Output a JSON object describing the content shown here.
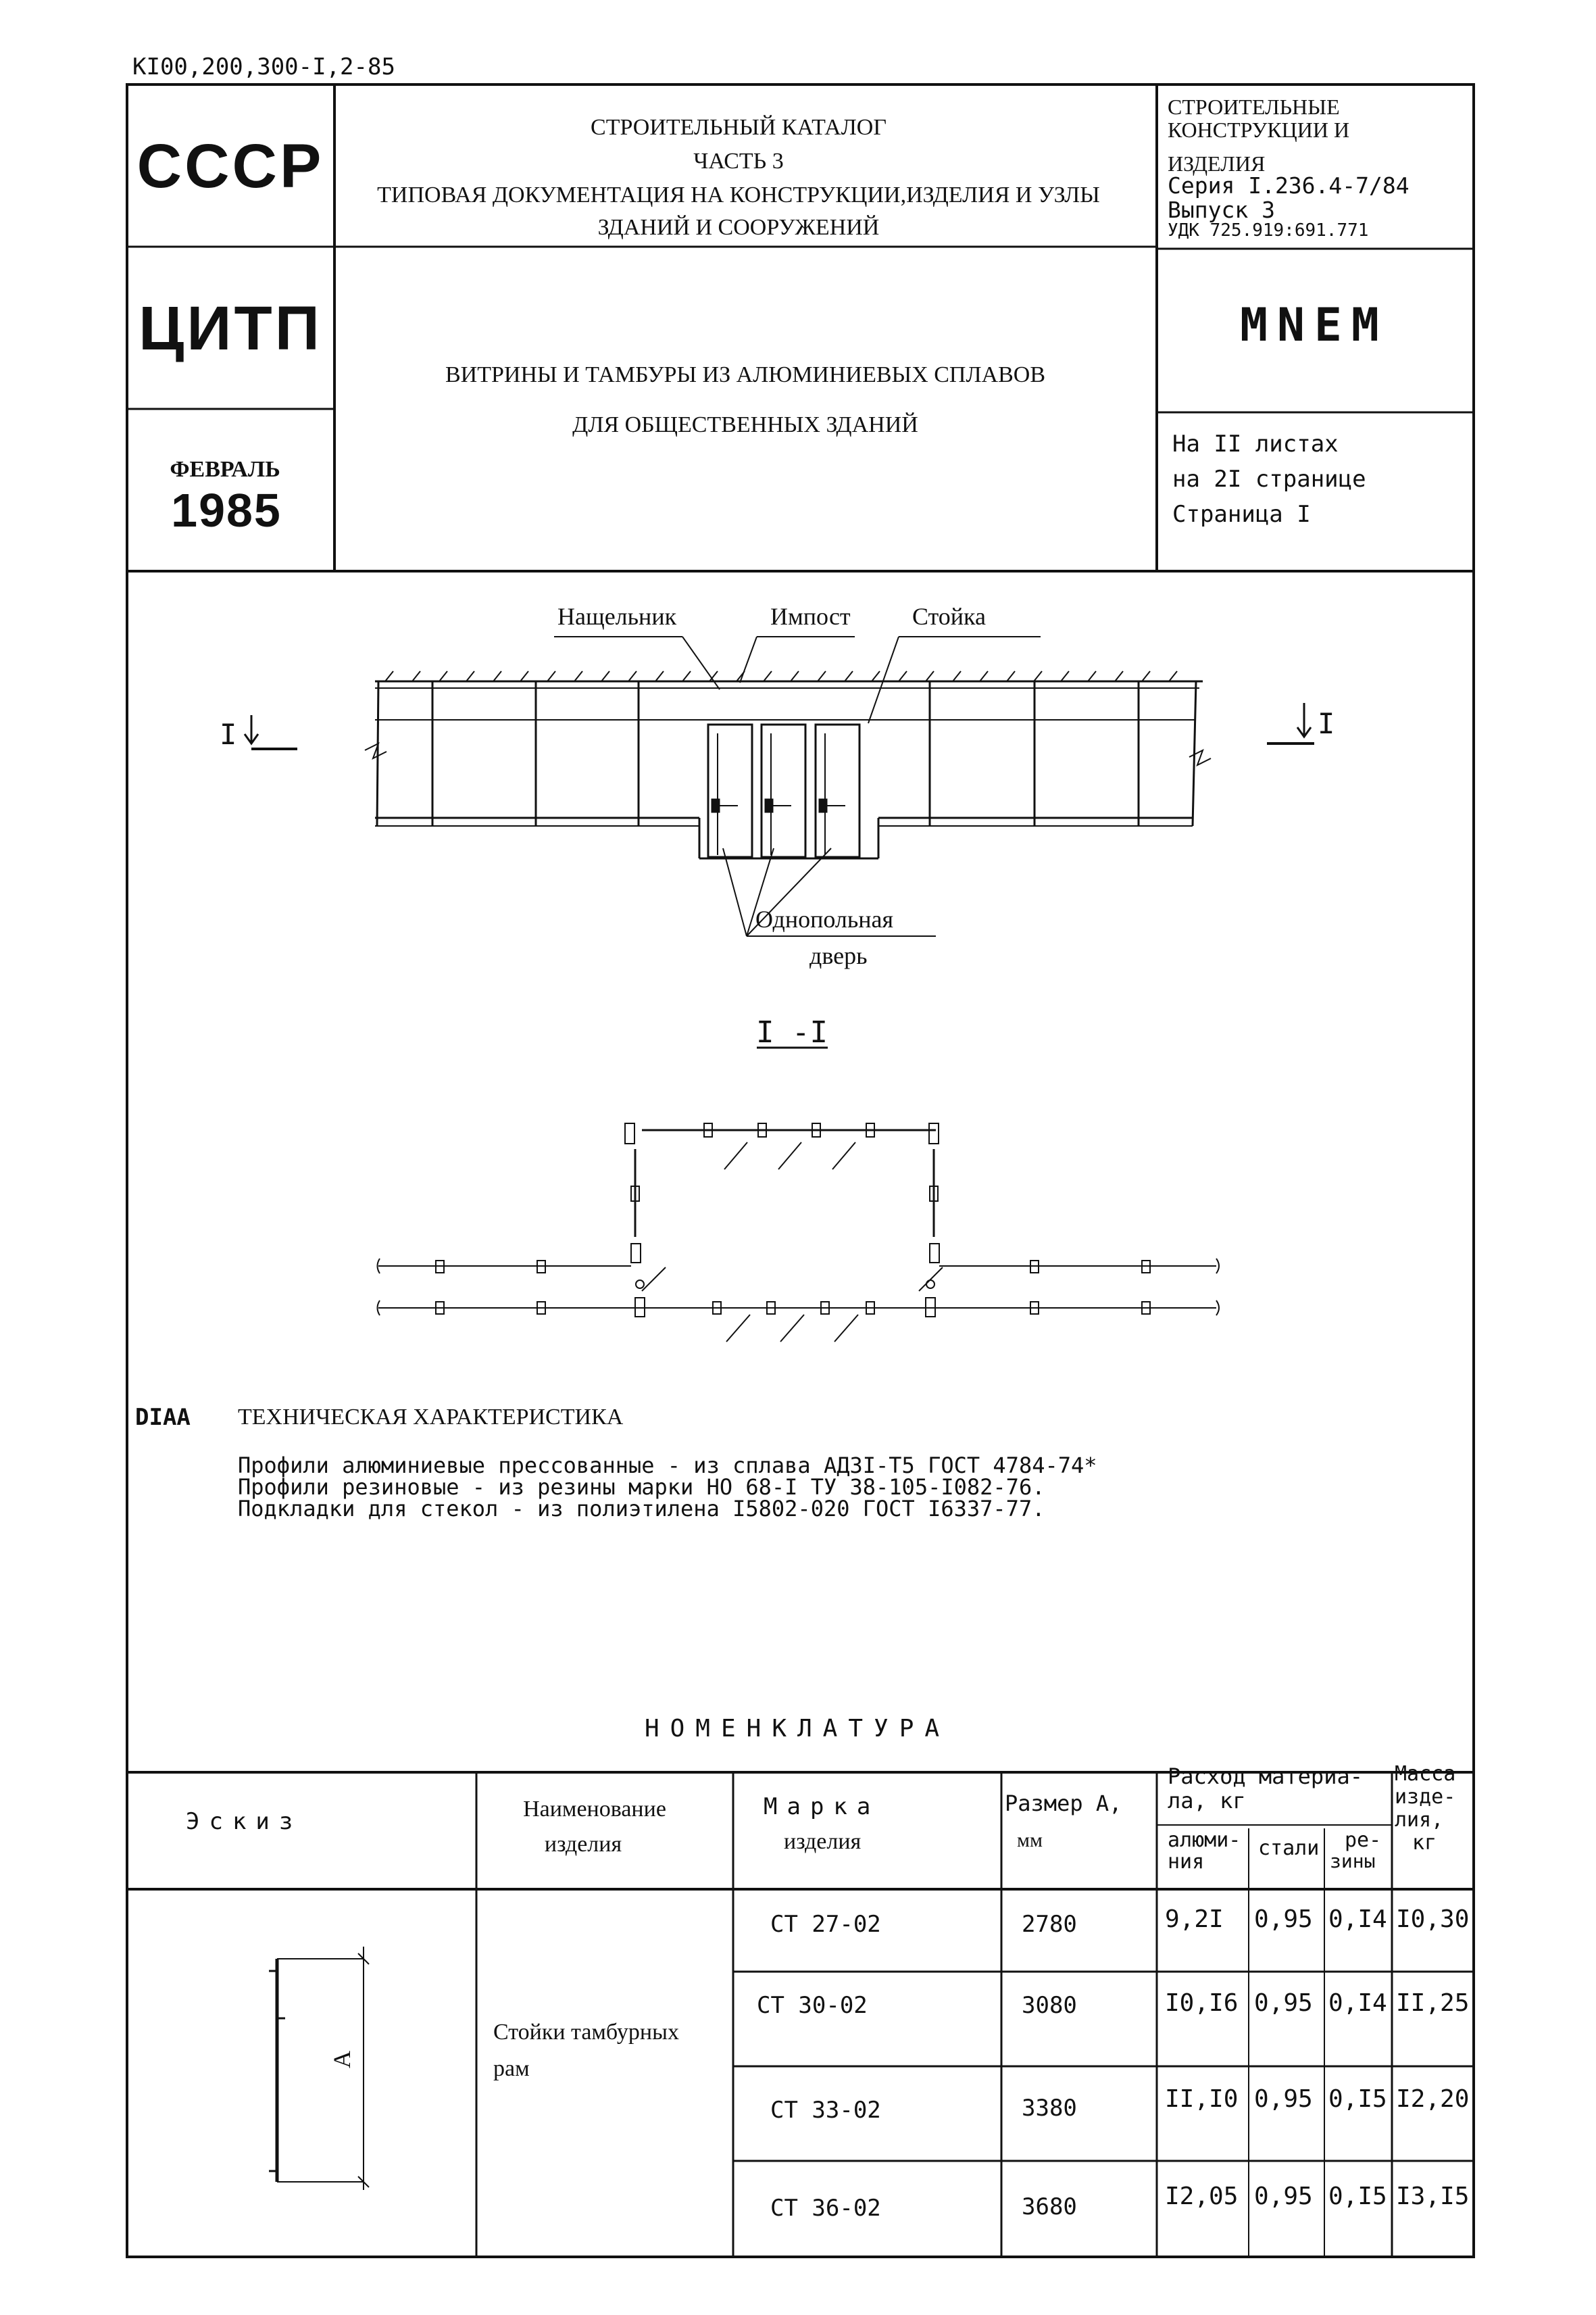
{
  "doc_code": "КI00,200,300-I,2-85",
  "header": {
    "country": "СССР",
    "org": "ЦИТП",
    "month": "ФЕВРАЛЬ",
    "year": "1985",
    "catalog_lines": [
      "СТРОИТЕЛЬНЫЙ КАТАЛОГ",
      "ЧАСТЬ 3",
      "ТИПОВАЯ ДОКУМЕНТАЦИЯ НА КОНСТРУКЦИИ,ИЗДЕЛИЯ И УЗЛЫ",
      "ЗДАНИЙ И СООРУЖЕНИЙ"
    ],
    "section_lines": [
      "СТРОИТЕЛЬНЫЕ",
      "КОНСТРУКЦИИ И",
      "ИЗДЕЛИЯ",
      "Серия I.236.4-7/84",
      "Выпуск 3",
      "УДК 725.919:691.771"
    ],
    "title_lines": [
      "ВИТРИНЫ И ТАМБУРЫ ИЗ АЛЮМИНИЕВЫХ СПЛАВОВ",
      "ДЛЯ ОБЩЕСТВЕННЫХ ЗДАНИЙ"
    ],
    "code": "MNEM",
    "sheet_lines": [
      "На II листах",
      "на 2I странице",
      "Страница I"
    ]
  },
  "drawing": {
    "labels": {
      "nashchelnik": "Нащельник",
      "impost": "Импост",
      "stoika": "Стойка",
      "door_line1": "Однопольная",
      "door_line2": "дверь",
      "section_mark_left": "I",
      "section_mark_right": "I",
      "section_title": "I -I"
    }
  },
  "tech": {
    "code": "DIAA",
    "heading": "ТЕХНИЧЕСКАЯ ХАРАКТЕРИСТИКА",
    "lines": [
      "Профили алюминиевые прессованные - из сплава АДЗI-Т5 ГОСТ 4784-74*",
      "Профили резиновые - из резины марки НО 68-I ТУ 38-105-I082-76.",
      "Подкладки для стекол - из полиэтилена I5802-020 ГОСТ I6337-77."
    ]
  },
  "nomenclature": {
    "title": "НОМЕНКЛАТУРА",
    "headers": {
      "sketch": "Эскиз",
      "name_line1": "Наименование",
      "name_line2": "изделия",
      "mark_line1": "Марка",
      "mark_line2": "изделия",
      "size_line1": "Размер А,",
      "size_line2": "мм",
      "consumption_line1": "Расход материа-",
      "consumption_line2": "ла, кг",
      "aluminum_line1": "алюми-",
      "aluminum_line2": "ния",
      "steel": "стали",
      "rubber_line1": "ре-",
      "rubber_line2": "зины",
      "mass_line1": "Масса",
      "mass_line2": "изде-",
      "mass_line3": "лия,",
      "mass_line4": "кг"
    },
    "product_name_line1": "Стойки тамбурных",
    "product_name_line2": "рам",
    "sketch_label": "А",
    "rows": [
      {
        "mark": "СТ 27-02",
        "size": "2780",
        "aluminum": "9,2I",
        "steel": "0,95",
        "rubber": "0,I4",
        "mass": "I0,30"
      },
      {
        "mark": "СТ 30-02",
        "size": "3080",
        "aluminum": "I0,I6",
        "steel": "0,95",
        "rubber": "0,I4",
        "mass": "II,25"
      },
      {
        "mark": "СТ 33-02",
        "size": "3380",
        "aluminum": "II,I0",
        "steel": "0,95",
        "rubber": "0,I5",
        "mass": "I2,20"
      },
      {
        "mark": "СТ 36-02",
        "size": "3680",
        "aluminum": "I2,05",
        "steel": "0,95",
        "rubber": "0,I5",
        "mass": "I3,I5"
      }
    ]
  }
}
